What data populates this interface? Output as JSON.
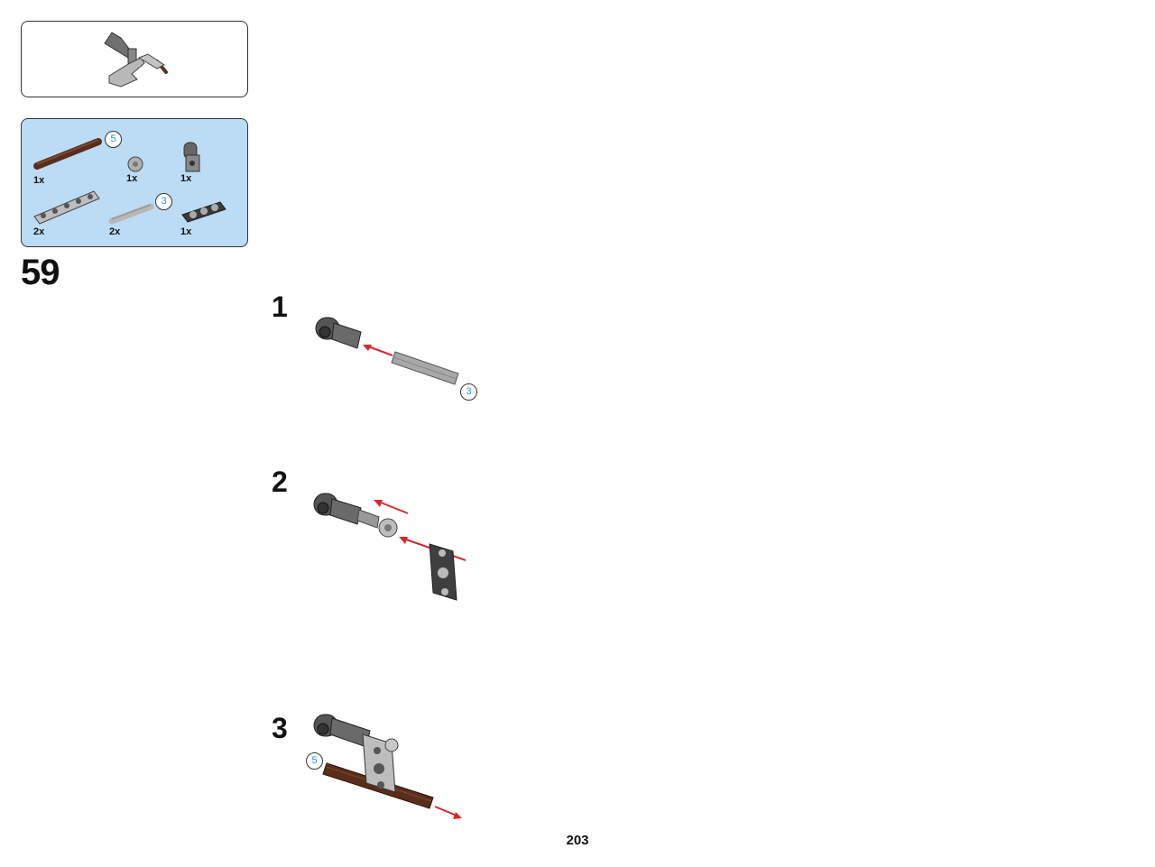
{
  "page": {
    "step_number": "59",
    "page_number": "203"
  },
  "parts_list": [
    {
      "name": "axle-brown",
      "qty": "1x",
      "length_callout": "5"
    },
    {
      "name": "bush",
      "qty": "1x"
    },
    {
      "name": "axle-connector-angled",
      "qty": "1x"
    },
    {
      "name": "beam-5",
      "qty": "2x"
    },
    {
      "name": "axle-grey",
      "qty": "2x",
      "length_callout": "3"
    },
    {
      "name": "beam-connector-3",
      "qty": "1x"
    }
  ],
  "substeps": [
    {
      "number": "1",
      "callout": "3"
    },
    {
      "number": "2"
    },
    {
      "number": "3",
      "callout": "5"
    }
  ],
  "colors": {
    "parts_background": "#bcdcf5",
    "arrow": "#d9262c",
    "callout_text": "#2c8fd1",
    "brown": "#5a2e1c",
    "dark_grey": "#555555",
    "light_grey": "#b8b8b8"
  }
}
